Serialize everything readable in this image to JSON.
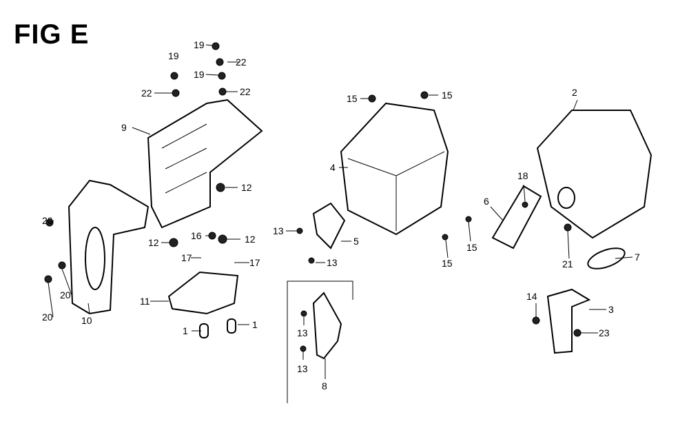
{
  "title": "FIG E",
  "callouts": [
    {
      "id": "c1",
      "text": "19"
    },
    {
      "id": "c2",
      "text": "19"
    },
    {
      "id": "c3",
      "text": "22"
    },
    {
      "id": "c4",
      "text": "19"
    },
    {
      "id": "c5",
      "text": "22"
    },
    {
      "id": "c6",
      "text": "22"
    },
    {
      "id": "c7",
      "text": "9"
    },
    {
      "id": "c8",
      "text": "12"
    },
    {
      "id": "c9",
      "text": "12"
    },
    {
      "id": "c10",
      "text": "16"
    },
    {
      "id": "c11",
      "text": "12"
    },
    {
      "id": "c12",
      "text": "17"
    },
    {
      "id": "c13",
      "text": "17"
    },
    {
      "id": "c14",
      "text": "20"
    },
    {
      "id": "c15",
      "text": "20"
    },
    {
      "id": "c16",
      "text": "20"
    },
    {
      "id": "c17",
      "text": "10"
    },
    {
      "id": "c18",
      "text": "11"
    },
    {
      "id": "c19",
      "text": "1"
    },
    {
      "id": "c20",
      "text": "1"
    },
    {
      "id": "c21",
      "text": "15"
    },
    {
      "id": "c22",
      "text": "15"
    },
    {
      "id": "c23",
      "text": "4"
    },
    {
      "id": "c24",
      "text": "13"
    },
    {
      "id": "c25",
      "text": "5"
    },
    {
      "id": "c26",
      "text": "13"
    },
    {
      "id": "c27",
      "text": "15"
    },
    {
      "id": "c28",
      "text": "15"
    },
    {
      "id": "c29",
      "text": "6"
    },
    {
      "id": "c30",
      "text": "18"
    },
    {
      "id": "c31",
      "text": "2"
    },
    {
      "id": "c32",
      "text": "21"
    },
    {
      "id": "c33",
      "text": "7"
    },
    {
      "id": "c34",
      "text": "14"
    },
    {
      "id": "c35",
      "text": "3"
    },
    {
      "id": "c36",
      "text": "23"
    },
    {
      "id": "c37",
      "text": "13"
    },
    {
      "id": "c38",
      "text": "13"
    },
    {
      "id": "c39",
      "text": "8"
    }
  ]
}
